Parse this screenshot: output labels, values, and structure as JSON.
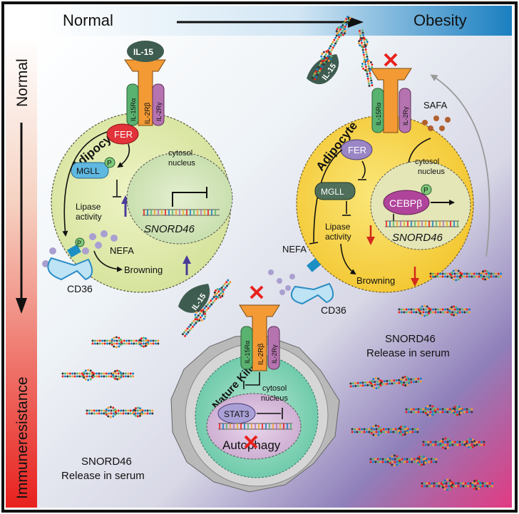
{
  "header": {
    "left_label": "Normal",
    "right_label": "Obesity"
  },
  "side_axis": {
    "top_label": "Normal",
    "bottom_label": "Immuneresistance"
  },
  "colors": {
    "header_left": "#ffffff",
    "header_right": "#1a7fc0",
    "side_top": "#ffffff",
    "side_bottom": "#e8211e",
    "cell_normal": "#dfe8a8",
    "cell_obese": "#f6d54a",
    "nk_cell": "#7fd2b4",
    "nucleus": "#cce3b4",
    "fer": "#e2323a",
    "mgll": "#5fb8e0",
    "cebpb": "#b0449b",
    "stat3": "#a9a0d6",
    "receptor": "#f39a35",
    "il15r_alpha": "#59b26f",
    "il2r_gamma": "#b573b0",
    "inhibit_arrow": "#d12a1c",
    "up_arrow": "#4a3b99"
  },
  "icons": {
    "cross": "red-x-icon",
    "phospho": "phosphate-p-icon"
  },
  "panel_normal": {
    "cell_label": "Adipocyte",
    "ligand": "IL-15",
    "receptor_alpha": "IL-15Rα",
    "receptor_beta": "IL-2Rβ",
    "receptor_gamma": "IL-2Rγ",
    "fer": "FER",
    "mgll": "MGLL",
    "phospho": "P",
    "lipase_line1": "Lipase",
    "lipase_line2": "activity",
    "nefa": "NEFA",
    "browning": "Browning",
    "cd36": "CD36",
    "cytosol": "cytosol",
    "nucleus": "nucleus",
    "gene": "SNORD46"
  },
  "panel_obesity": {
    "cell_label": "Adipocyte",
    "ligand": "IL-15",
    "receptor_alpha": "IL-15Rα",
    "receptor_gamma": "IL-2Rγ",
    "safa": "SAFA",
    "fer": "FER",
    "mgll": "MGLL",
    "phospho": "P",
    "cebpb": "CEBPβ",
    "lipase_line1": "Lipase",
    "lipase_line2": "activity",
    "nefa": "NEFA",
    "browning": "Browning",
    "cd36": "CD36",
    "cytosol": "cytosol",
    "nucleus": "nucleus",
    "gene": "SNORD46",
    "release_line1": "SNORD46",
    "release_line2": "Release in serum"
  },
  "panel_nk": {
    "cell_label": "Nature Killer",
    "ligand": "IL-15",
    "receptor_alpha": "IL-15Rα",
    "receptor_beta": "IL-2Rβ",
    "receptor_gamma": "IL-2Rγ",
    "cytosol": "cytosol",
    "nucleus": "nucleus",
    "stat3": "STAT3",
    "autophagy": "Autophagy"
  },
  "release_left": {
    "line1": "SNORD46",
    "line2": "Release in serum"
  }
}
